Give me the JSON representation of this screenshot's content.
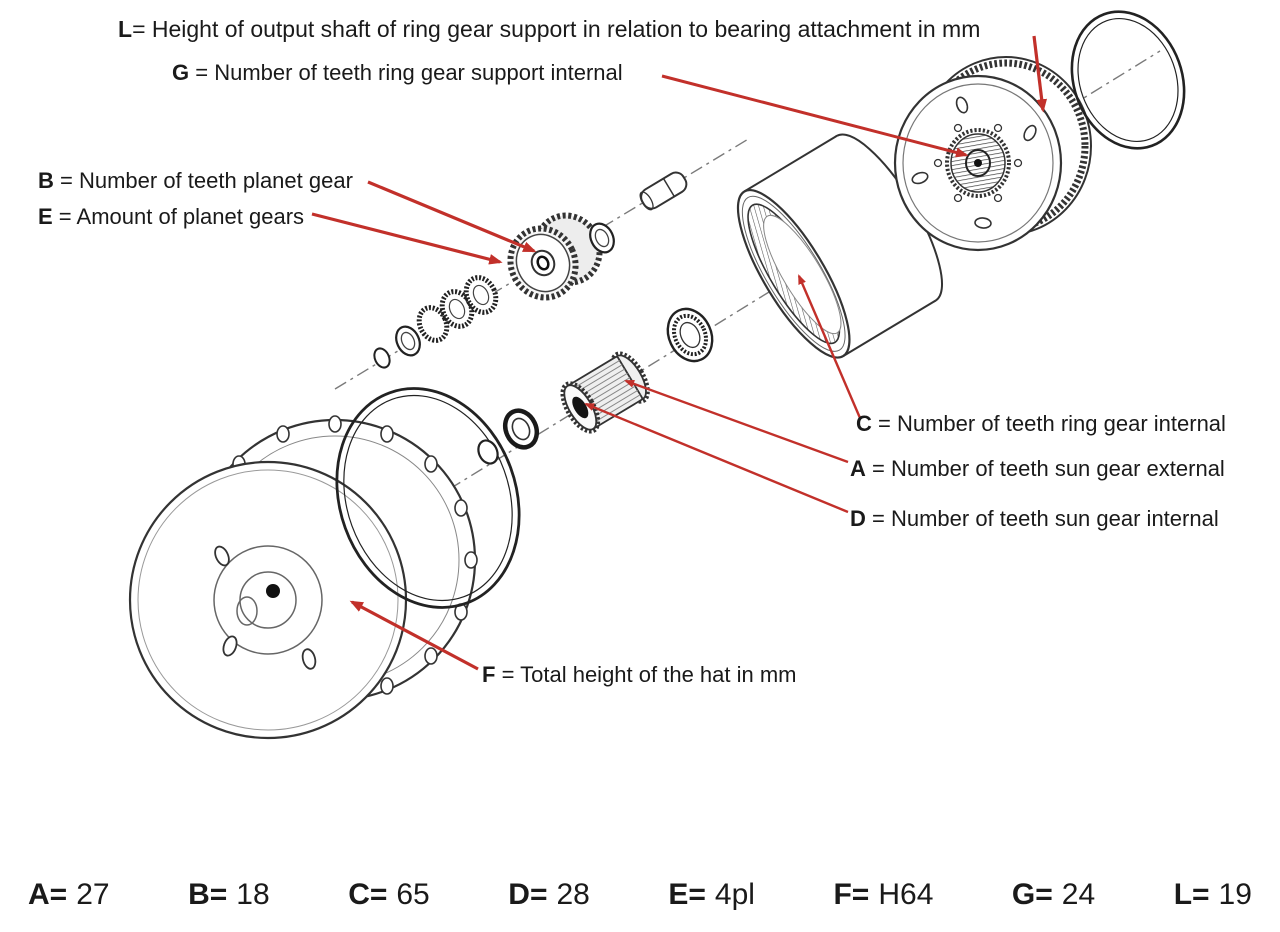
{
  "callouts": [
    {
      "key": "L",
      "text": "= Height of output shaft of ring gear support in relation to bearing attachment in mm"
    },
    {
      "key": "G",
      "text": " = Number of teeth ring gear support internal"
    },
    {
      "key": "B",
      "text": " = Number of teeth planet gear"
    },
    {
      "key": "E",
      "text": " = Amount of planet gears"
    },
    {
      "key": "C",
      "text": " = Number of teeth ring gear internal"
    },
    {
      "key": "A",
      "text": " = Number of teeth sun gear external"
    },
    {
      "key": "D",
      "text": " = Number of teeth sun gear internal"
    },
    {
      "key": "F",
      "text": " = Total height of the hat in mm"
    }
  ],
  "values": [
    {
      "key": "A=",
      "value": "27"
    },
    {
      "key": "B=",
      "value": "18"
    },
    {
      "key": "C=",
      "value": "65"
    },
    {
      "key": "D=",
      "value": "28"
    },
    {
      "key": "E=",
      "value": "4pl"
    },
    {
      "key": "F=",
      "value": "H64"
    },
    {
      "key": "G=",
      "value": "24"
    },
    {
      "key": "L=",
      "value": "19"
    }
  ],
  "colors": {
    "arrow_red": "#c2302a",
    "ink": "#1a1a1a"
  }
}
